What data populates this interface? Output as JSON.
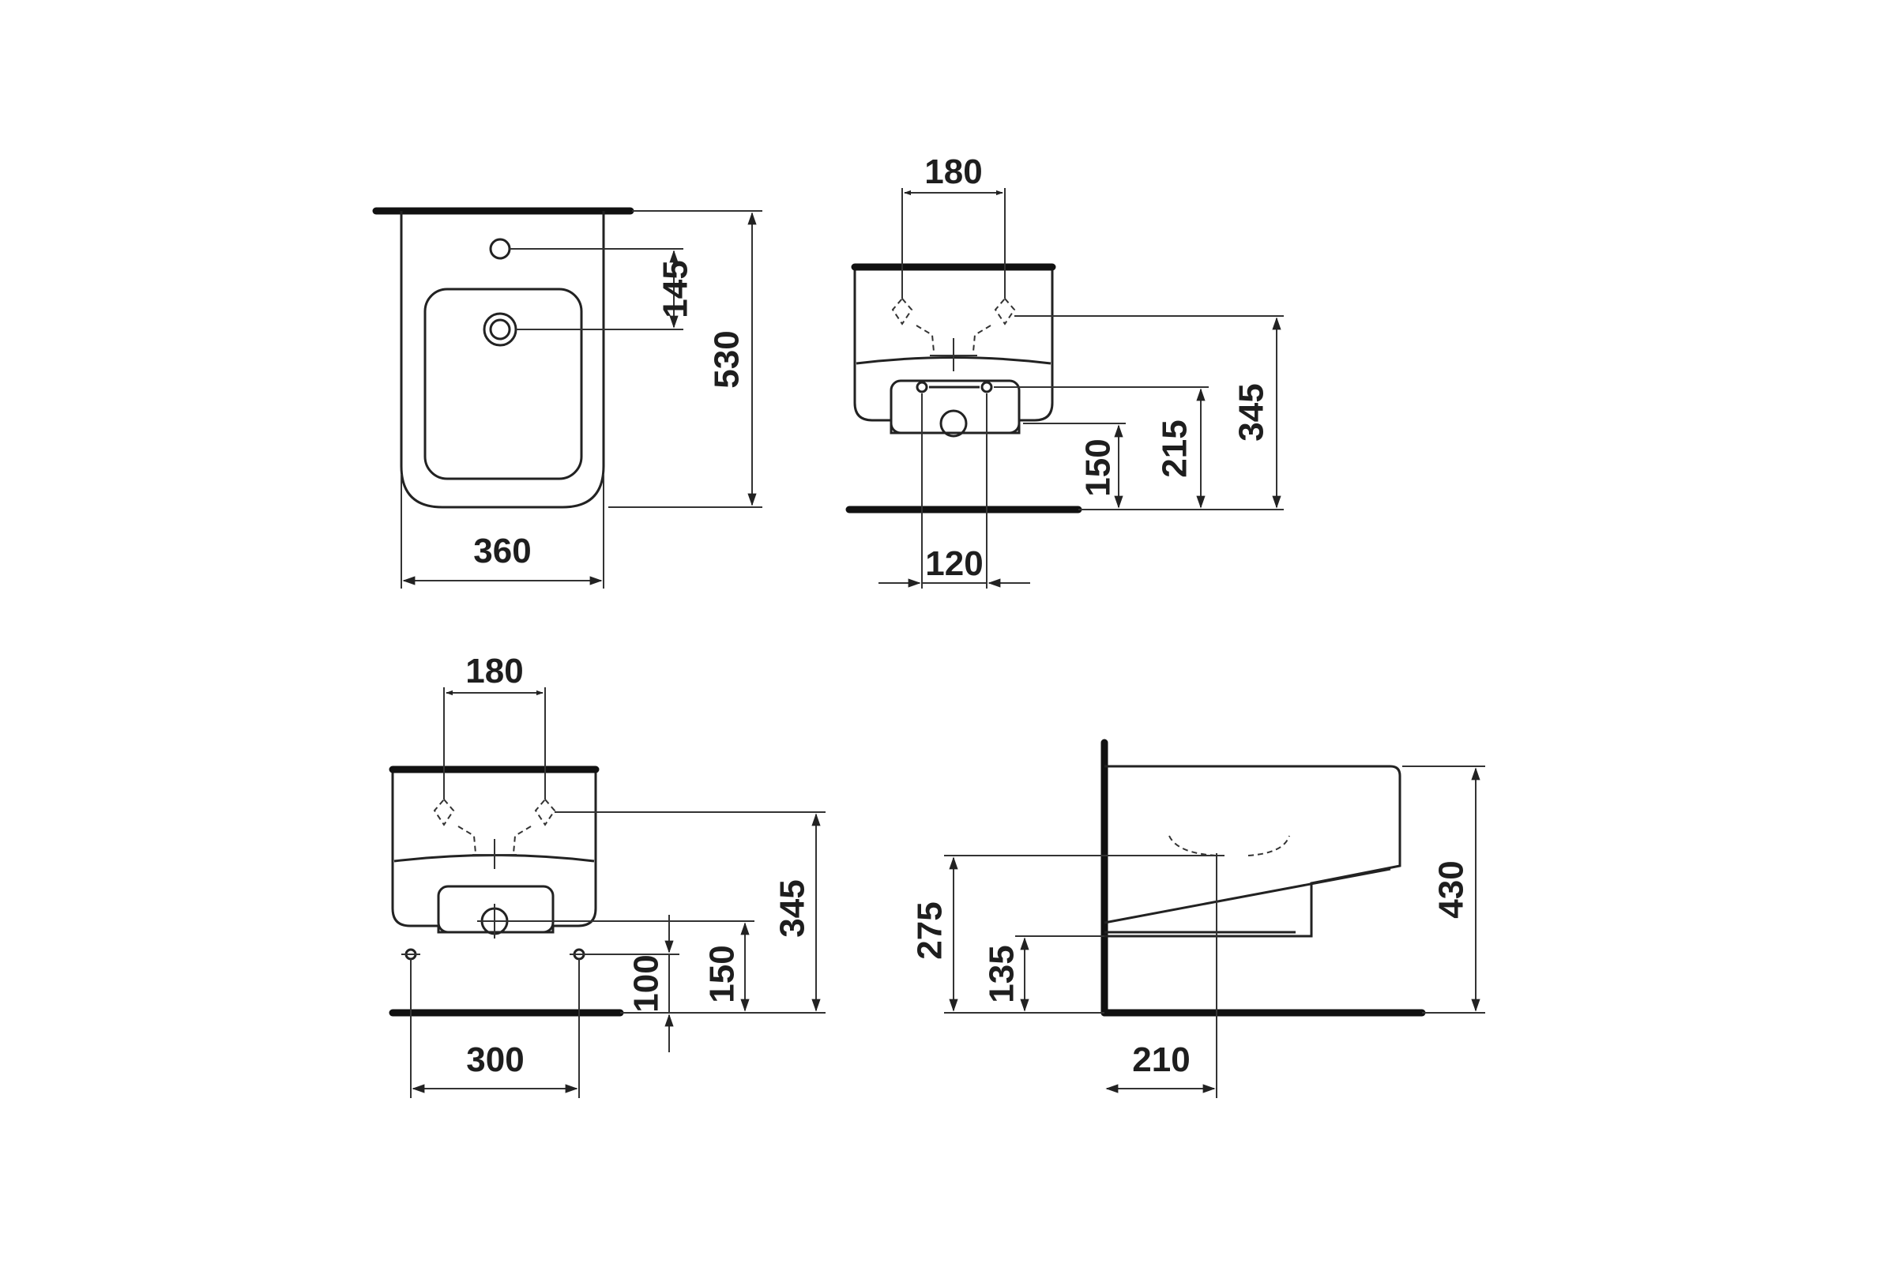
{
  "views": {
    "top": {
      "width": "360",
      "depth": "530",
      "tap_offset": "145"
    },
    "front": {
      "fixing_spacing": "180",
      "fixing_height": "345",
      "inlet_height": "215",
      "waste_height": "150",
      "waste_spacing": "120"
    },
    "rear": {
      "fixing_spacing": "180",
      "fixing_height": "345",
      "waste_height": "150",
      "floor_bolt_height": "100",
      "floor_bolt_spacing": "300"
    },
    "side": {
      "overall_height": "430",
      "inlet_height": "275",
      "waste_height": "135",
      "waste_projection": "210"
    }
  }
}
